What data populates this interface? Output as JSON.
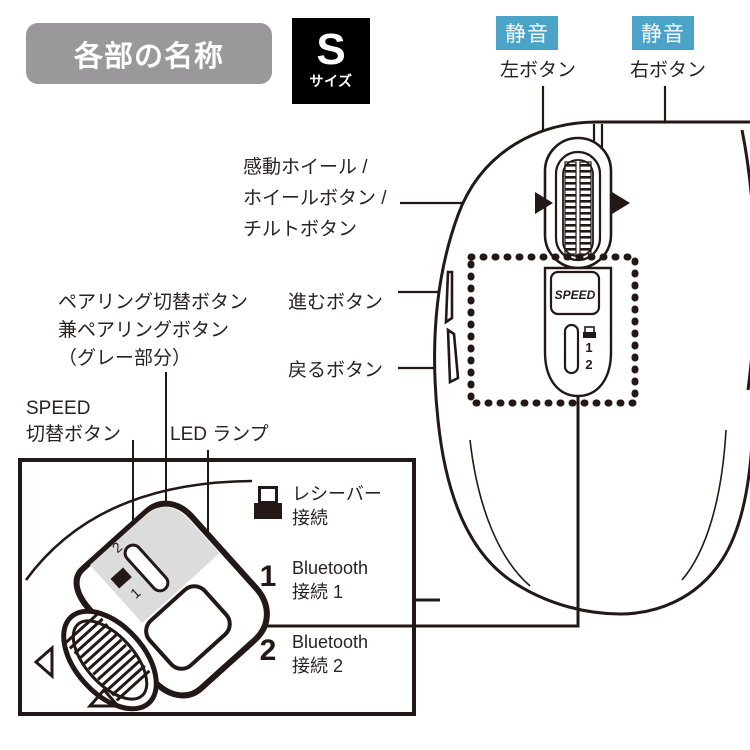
{
  "header": {
    "title": "各部の名称",
    "size_letter": "S",
    "size_sub": "サイズ",
    "pill_color": "#9b989b",
    "size_box_color": "#000000"
  },
  "badges": {
    "color": "#4ba3c8",
    "left": "静音",
    "right": "静音"
  },
  "labels": {
    "left_button": "左ボタン",
    "right_button": "右ボタン",
    "wheel_line1": "感動ホイール /",
    "wheel_line2": "ホイールボタン /",
    "wheel_line3": "チルトボタン",
    "pairing_line1": "ペアリング切替ボタン",
    "pairing_line2": "兼ペアリングボタン",
    "pairing_line3": "（グレー部分）",
    "speed_line1": "SPEED",
    "speed_line2": "切替ボタン",
    "led_lamp": "LED ランプ",
    "forward_button": "進むボタン",
    "back_button": "戻るボタン"
  },
  "device": {
    "speed_button_text": "SPEED",
    "indicator_1": "1",
    "indicator_2": "2"
  },
  "legend": {
    "items": [
      {
        "key": "",
        "icon": "usb-receiver-icon",
        "line1": "レシーバー",
        "line2": "接続"
      },
      {
        "key": "1",
        "icon": "",
        "line1": "Bluetooth",
        "line2": "接続 1"
      },
      {
        "key": "2",
        "icon": "",
        "line1": "Bluetooth",
        "line2": "接続 2"
      }
    ]
  },
  "colors": {
    "ink": "#231815",
    "text": "#2b2220",
    "gray_fill": "#dcdcdc",
    "accent_blue": "#4ba3c8"
  }
}
